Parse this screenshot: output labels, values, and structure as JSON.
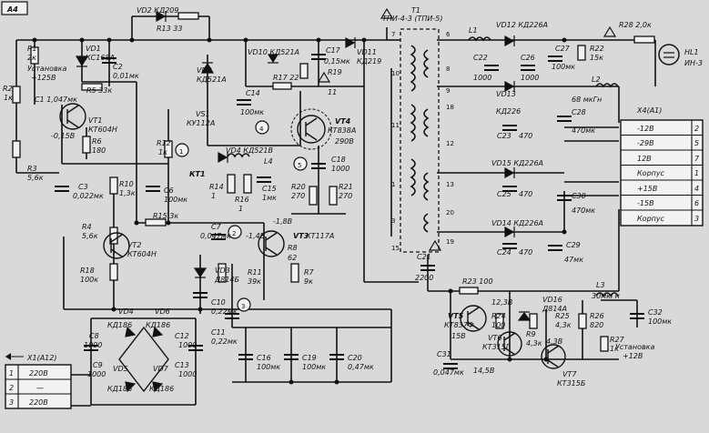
{
  "sheet": {
    "title": "A4",
    "background": "#d9d9d9",
    "ink": "#111111"
  },
  "transformer": {
    "ref": "T1",
    "model": "ТПИ-4-3 (ТПИ-5)",
    "pins": [
      "7",
      "6",
      "8",
      "9",
      "10",
      "11",
      "12",
      "18",
      "20",
      "1",
      "3",
      "13",
      "15",
      "19"
    ]
  },
  "labels": {
    "vd2": "VD2 КД209",
    "r13": "R13 33",
    "r1": "R1",
    "r1v": "2к",
    "vd1": "VD1",
    "vd1v": "КС168А",
    "c2": "C2",
    "c2v": "0,01мк",
    "setup1": "Установка",
    "setup1v": "+125В",
    "r5": "R5 33к",
    "r2": "R2",
    "r2v": "1к",
    "c1": "C1 1,047мк",
    "vt1": "VT1",
    "vt1v": "КТ604Н",
    "vt1volt": "-0,15В",
    "r6": "R6",
    "r6v": "180",
    "r3": "R3",
    "r3v": "5,6к",
    "c3": "C3",
    "c3v": "0,022мк",
    "r10": "R10",
    "r10v": "1,3к",
    "r4": "R4",
    "r4v": "5,6к",
    "r18": "R18",
    "r18v": "100к",
    "vd8": "VD8",
    "vd8v": "КД521А",
    "vd10": "VD10 КД521А",
    "c17": "C17",
    "c17v": "0,15мк",
    "vd11": "VD11",
    "vd11v": "КД219",
    "c14": "C14",
    "c14v": "100мк",
    "r17": "R17 22",
    "r19": "R19",
    "r19v": "11",
    "vs1": "VS1",
    "vs1v": "КУ112А",
    "vd4": "VD4 КД521В",
    "l4": "L4",
    "r12": "R12",
    "r12v": "1к",
    "kt1": "КТ1",
    "c6": "C6",
    "c6v": "100мк",
    "r14": "R14",
    "r14v": "1",
    "r16": "R16",
    "r16v": "1",
    "c15": "C15",
    "c15v": "1мк",
    "vt4": "VT4",
    "vt4v": "КТ838А",
    "vt4volt": "290В",
    "r20": "R20",
    "r20v": "270",
    "r21": "R21",
    "r21v": "270",
    "c18": "C18",
    "c18v": "1000",
    "r15": "R15 3к",
    "c7": "C7",
    "c7v": "0,047мк",
    "vt2": "VT2",
    "vt2v": "КТ604Н",
    "vt3": "VT3",
    "vt3v": "КТ117А",
    "volt14": "-1,4В",
    "volt18": "-1,8В",
    "r8": "R8",
    "r8v": "62",
    "vd3": "VD3",
    "vd3v": "Д814Б",
    "r11": "R11",
    "r11v": "39к",
    "r7": "R7",
    "r7v": "9к",
    "c10": "C10",
    "c10v": "0,22мк",
    "c11": "C11",
    "c11v": "0,22мк",
    "c16": "C16",
    "c16v": "100мк",
    "c19": "C19",
    "c19v": "100мк",
    "c20": "C20",
    "c20v": "0,47мк",
    "c8": "C8",
    "c8v": "1000",
    "c9": "C9",
    "c9v": "1000",
    "c12": "C12",
    "c12v": "1000",
    "c13": "C13",
    "c13v": "1000",
    "vd4b": "VD4",
    "vd5": "VD5",
    "vd6": "VD6",
    "vd7": "VD7",
    "bridge1": "КД186",
    "bridge2": "КД186",
    "bridge3": "КД186",
    "bridge4": "КД186",
    "c21": "C21",
    "c21v": "2200",
    "l1": "L1",
    "vd12": "VD12  КД226А",
    "c22": "C22",
    "c22v": "1000",
    "c26": "C26",
    "c26v": "1000",
    "c27": "C27",
    "c27v": "100мк",
    "r22": "R22",
    "r22v": "15к",
    "r28": "R28 2,0к",
    "hl1": "HL1",
    "hl1v": "ИН-3",
    "vd13": "VD13",
    "vd13v": "КД226",
    "l2": "L2",
    "l2v": "68 мкГн",
    "c23": "C23",
    "c23v": "470",
    "c28": "C28",
    "c28v": "470мк",
    "vd15": "VD15  КД226А",
    "c25": "C25",
    "c25v": "470",
    "c30": "C30",
    "c30v": "470мк",
    "vd14": "VD14  КД226А",
    "c24": "C24",
    "c24v": "470",
    "c29": "C29",
    "c29v": "47мк",
    "x4": "Х4(А1)",
    "r23": "R23 100",
    "volt123": "12,3В",
    "vt5": "VT5",
    "vt5v": "КТ837Ф",
    "vt5volt": "15В",
    "r24": "R24",
    "r24v": "100",
    "vd16": "VD16",
    "vd16v": "Д814А",
    "l3": "L3",
    "l3v": "30мкГн",
    "r25": "R25",
    "r25v": "4,3к",
    "r26": "R26",
    "r26v": "820",
    "c32": "C32",
    "c32v": "100мк",
    "vt6": "VT6",
    "vt6v": "КТ315Г",
    "r9": "R9",
    "r9v": "4,3к",
    "r27": "R27",
    "r27v": "1к",
    "c31": "C31",
    "c31v": "0,047мк",
    "volt145": "14,5В",
    "volt43": "4,3В",
    "vt7": "VT7",
    "vt7v": "КТ315Б",
    "setup2": "Установка",
    "setup2v": "+12В",
    "x1": "X1(A12)",
    "wire1": "220В",
    "wire2": "—",
    "wire3": "220В"
  },
  "markers": [
    "1",
    "2",
    "3",
    "4",
    "5"
  ],
  "connector_x4": {
    "rows": [
      {
        "label": "-12В",
        "pin": "2"
      },
      {
        "label": "-29В",
        "pin": "5"
      },
      {
        "label": "12В",
        "pin": "7"
      },
      {
        "label": "Корпус",
        "pin": "1"
      },
      {
        "label": "+15В",
        "pin": "4"
      },
      {
        "label": "-15В",
        "pin": "6"
      },
      {
        "label": "Корпус",
        "pin": "3"
      }
    ]
  },
  "connector_x1": {
    "rows": [
      {
        "num": "1",
        "label": "220В"
      },
      {
        "num": "2",
        "label": "—"
      },
      {
        "num": "3",
        "label": "220В"
      }
    ]
  }
}
